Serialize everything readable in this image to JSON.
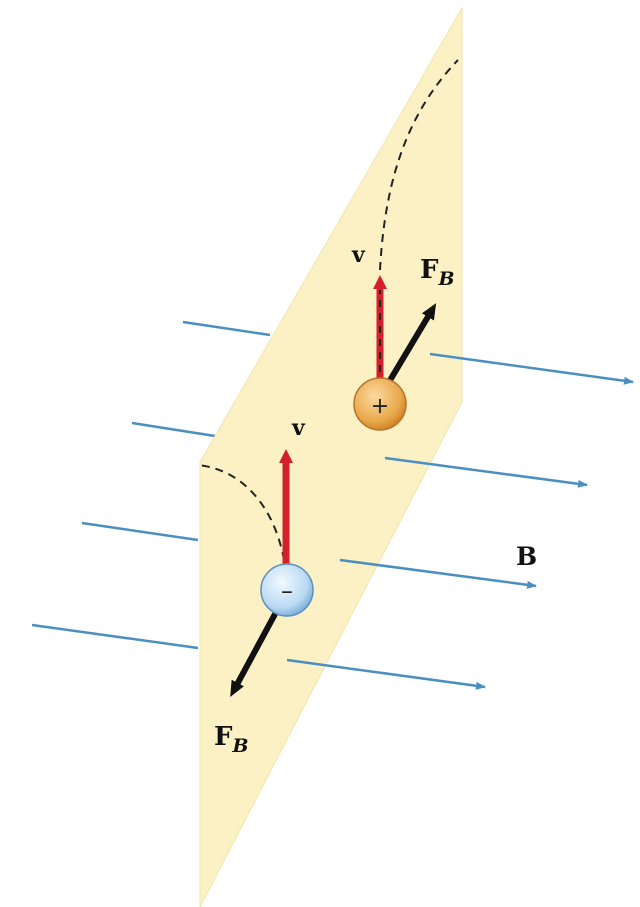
{
  "labels": {
    "velocity_top": "v",
    "velocity_bottom": "v",
    "force_top_main": "F",
    "force_top_sub": "B",
    "force_bottom_main": "F",
    "force_bottom_sub": "B",
    "field": "B"
  },
  "charges": {
    "positive_sign": "+",
    "negative_sign": "–"
  },
  "colors": {
    "plane": "#fbf1c4",
    "field_line": "#4a8fc0",
    "velocity": "#d4202a",
    "force": "#111111",
    "positive_charge": "#e9a84a",
    "negative_charge": "#b9d9f3",
    "trajectory": "#222222"
  }
}
